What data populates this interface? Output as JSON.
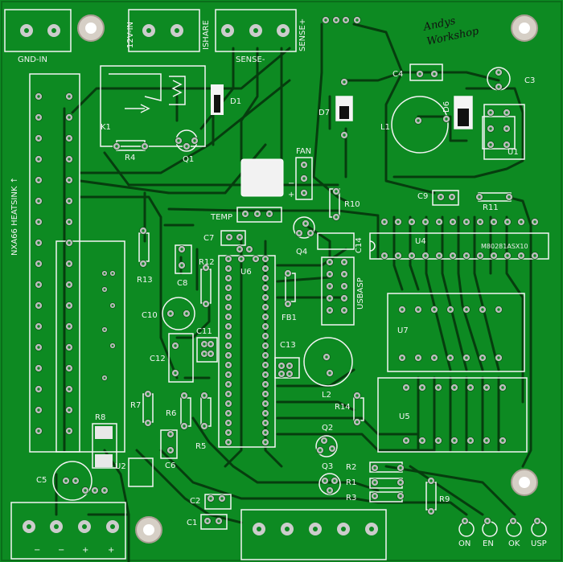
{
  "board": {
    "background_color": "#0d8a22",
    "trace_color": "#063d0e",
    "silk_color": "#f4f4f4",
    "pad_color": "#b8b8b8",
    "logo_text": [
      "Andys",
      "Workshop"
    ]
  },
  "labels": {
    "gnd_in": "GND-IN",
    "v12_in": "12V-IN",
    "ishare": "ISHARE",
    "sense_plus": "SENSE+",
    "sense_minus": "SENSE-",
    "heatsink": "NXA66 HEATSINK ↑",
    "fan": "FAN",
    "temp": "TEMP",
    "usbasp": "USBASP",
    "chip_u4": "M80281ASX10",
    "d1": "D1",
    "d7": "D7",
    "d6": "D6",
    "c3": "C3",
    "c4": "C4",
    "c5": "C5",
    "c6": "C6",
    "c7": "C7",
    "c8": "C8",
    "c9": "C9",
    "c10": "C10",
    "c11": "C11",
    "c12": "C12",
    "c13": "C13",
    "c14": "C14",
    "c1": "C1",
    "c2": "C2",
    "k1": "K1",
    "l1": "L1",
    "l2": "L2",
    "q1": "Q1",
    "q2": "Q2",
    "q3": "Q3",
    "q4": "Q4",
    "r1": "R1",
    "r2": "R2",
    "r3": "R3",
    "r4": "R4",
    "r5": "R5",
    "r6": "R6",
    "r7": "R7",
    "r8": "R8",
    "r9": "R9",
    "r10": "R10",
    "r11": "R11",
    "r12": "R12",
    "r13": "R13",
    "r14": "R14",
    "u1": "U1",
    "u2": "U2",
    "u4": "U4",
    "u5": "U5",
    "u6": "U6",
    "u7": "U7",
    "fb1": "FB1",
    "on": "ON",
    "en": "EN",
    "ok": "OK",
    "usp": "USP",
    "minus": "−",
    "plus": "+"
  }
}
